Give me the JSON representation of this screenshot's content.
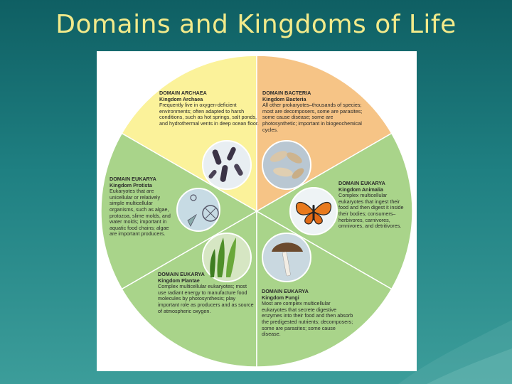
{
  "slide": {
    "title": "Domains and Kingdoms of Life"
  },
  "colors": {
    "archaea": "#fbf29a",
    "bacteria": "#f6c486",
    "eukarya": "#a9d48a",
    "background": "#1f8082",
    "title": "#f2ea8a"
  },
  "segments": {
    "archaea": {
      "domain": "DOMAIN ARCHAEA",
      "kingdom": "Kingdom Archaea",
      "description": "Frequently live in oxygen-deficient environments; often adapted to harsh conditions, such as hot springs, salt ponds, and hydrothermal vents in deep ocean floor."
    },
    "bacteria": {
      "domain": "DOMAIN BACTERIA",
      "kingdom": "Kingdom Bacteria",
      "description": "All other prokaryotes–thousands of species; most are decomposers, some are parasites; some cause disease; some are photosynthetic; important in biogeochemical cycles."
    },
    "protista": {
      "domain": "DOMAIN EUKARYA",
      "kingdom": "Kingdom Protista",
      "description": "Eukaryotes that are unicellular or relatively simple multicellular organisms, such as algae, protozoa, slime molds, and water molds; important in aquatic food chains; algae are important producers."
    },
    "animalia": {
      "domain": "DOMAIN EUKARYA",
      "kingdom": "Kingdom Animalia",
      "description": "Complex multicellular eukaryotes that ingest their food and then digest it inside their bodies; consumers–herbivores, carnivores, omnivores, and detritivores."
    },
    "plantae": {
      "domain": "DOMAIN EUKARYA",
      "kingdom": "Kingdom Plantae",
      "description": "Complex multicellular eukaryotes; most use radiant energy to manufacture food molecules by photosynthesis; play important role as producers and as source of atmospheric oxygen."
    },
    "fungi": {
      "domain": "DOMAIN EUKARYA",
      "kingdom": "Kingdom Fungi",
      "description": "Most are complex multicellular eukaryotes that secrete digestive enzymes into their food and then absorb the predigested nutrients; decomposers; some are parasites; some cause disease."
    }
  },
  "icons": [
    "archaea-cells-icon",
    "bacteria-cells-icon",
    "protist-icon",
    "butterfly-icon",
    "plant-icon",
    "mushroom-icon"
  ]
}
